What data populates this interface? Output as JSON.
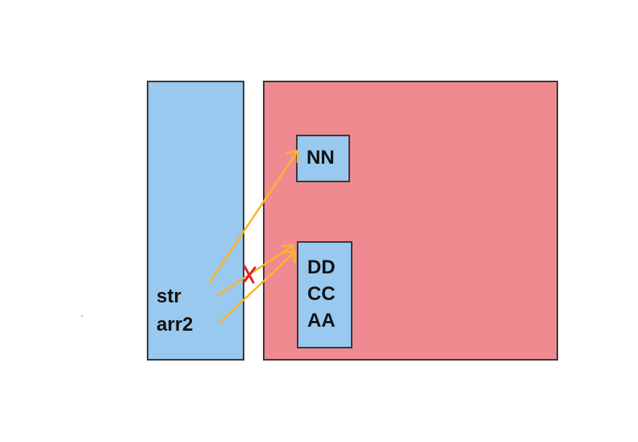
{
  "colors": {
    "stack_fill": "#99c9ee",
    "heap_fill": "#f08a91",
    "border": "#3a3a3a",
    "arrow": "#f7b52c",
    "cross": "#e3202e"
  },
  "stack": {
    "variables": [
      "str",
      "arr2"
    ]
  },
  "heap": {
    "string_object": "NN",
    "array_values": [
      "DD",
      "CC",
      "AA"
    ]
  },
  "arrows": [
    {
      "from": "str",
      "to": "NN",
      "broken": false
    },
    {
      "from": "str",
      "to": "array",
      "broken": true
    },
    {
      "from": "arr2",
      "to": "array",
      "broken": false
    }
  ],
  "icons": {
    "broken_link": "cross-mark-icon"
  }
}
